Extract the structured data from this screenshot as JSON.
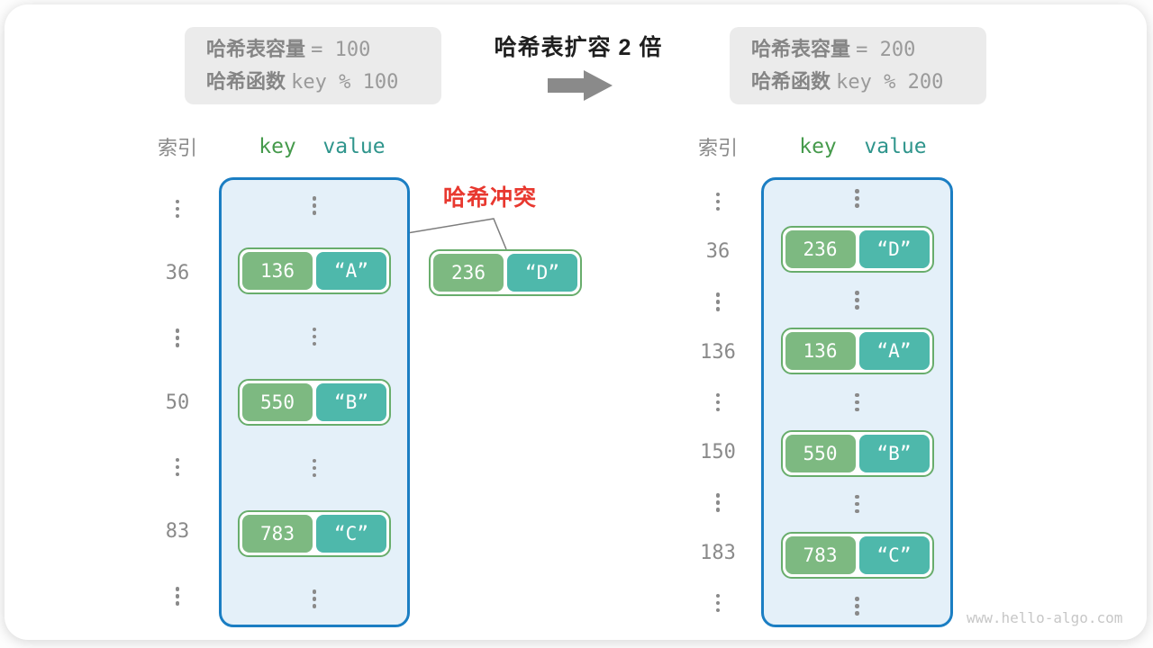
{
  "top": {
    "before_box": {
      "capacity_label": "哈希表容量",
      "capacity_value": "= 100",
      "function_label": "哈希函数",
      "function_value": "key % 100"
    },
    "expand_title": "哈希表扩容 2 倍",
    "after_box": {
      "capacity_label": "哈希表容量",
      "capacity_value": "= 200",
      "function_label": "哈希函数",
      "function_value": "key % 200"
    }
  },
  "collision": {
    "label": "哈希冲突",
    "pair": {
      "key": "236",
      "value": "“D”"
    }
  },
  "left_table": {
    "headers": {
      "index": "索引",
      "key": "key",
      "value": "value"
    },
    "rows": [
      {
        "index": "36",
        "key": "136",
        "value": "“A”"
      },
      {
        "index": "50",
        "key": "550",
        "value": "“B”"
      },
      {
        "index": "83",
        "key": "783",
        "value": "“C”"
      }
    ]
  },
  "right_table": {
    "headers": {
      "index": "索引",
      "key": "key",
      "value": "value"
    },
    "rows": [
      {
        "index": "36",
        "key": "236",
        "value": "“D”"
      },
      {
        "index": "136",
        "key": "136",
        "value": "“A”"
      },
      {
        "index": "150",
        "key": "550",
        "value": "“B”"
      },
      {
        "index": "183",
        "key": "783",
        "value": "“C”"
      }
    ]
  },
  "watermark": "www.hello-algo.com",
  "colors": {
    "bucket_fill": "#e4f0f9",
    "bucket_border": "#1b7ec3",
    "key_green": "#7db981",
    "value_teal": "#4eb8ab",
    "pair_border": "#68ad6c",
    "header_key_green": "#459a4b",
    "header_value_teal": "#2f958c",
    "collision_red": "#e8382f",
    "info_gray": "#ebebeb",
    "text_gray": "#8a8a8a",
    "arrow_gray": "#8a8a8a"
  }
}
